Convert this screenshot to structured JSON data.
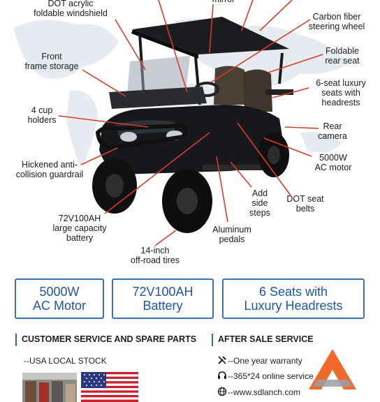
{
  "callouts": {
    "windshield": [
      "DOT acrylic",
      "foldable windshield"
    ],
    "mirror": "mirror",
    "steering": [
      "Carbon fiber",
      "steering wheel"
    ],
    "storage": [
      "Front",
      "frame storage"
    ],
    "rear_seat": [
      "Foldable",
      "rear seat"
    ],
    "seats": [
      "6-seat luxury",
      "seats with",
      "headrests"
    ],
    "cup_holders": [
      "4 cup",
      "holders"
    ],
    "rear_camera": [
      "Rear",
      "camera"
    ],
    "guardrail": [
      "Hickened anti-",
      "collision guardrail"
    ],
    "motor": [
      "5000W",
      "AC motor"
    ],
    "steps": [
      "Add",
      "side",
      "steps"
    ],
    "belts": [
      "DOT seat",
      "belts"
    ],
    "battery": [
      "72V100AH",
      "large capacity",
      "battery"
    ],
    "pedals": [
      "Aluminum",
      "pedals"
    ],
    "tires": [
      "14-inch",
      "off-road tires"
    ]
  },
  "features": [
    {
      "line1": "5000W",
      "line2": "AC Motor"
    },
    {
      "line1": "72V100AH",
      "line2": "Battery"
    },
    {
      "line1": "6 Seats with",
      "line2": "Luxury Headrests"
    }
  ],
  "customer_service": {
    "title": "CUSTOMER SERVICE AND SPARE PARTS",
    "stock": "--USA LOCAL STOCK"
  },
  "after_sale": {
    "title": "AFTER SALE SERVICE",
    "items": [
      {
        "icon": "wrench-icon",
        "text": "--One year warranty"
      },
      {
        "icon": "headset-icon",
        "text": "--365*24 online service"
      },
      {
        "icon": "globe-icon",
        "text": "--www.sdlanch.com"
      }
    ]
  },
  "colors": {
    "accent_blue": "#2d63b4",
    "callout_red": "#d93b2a",
    "logo_orange": "#ef6a2b"
  }
}
